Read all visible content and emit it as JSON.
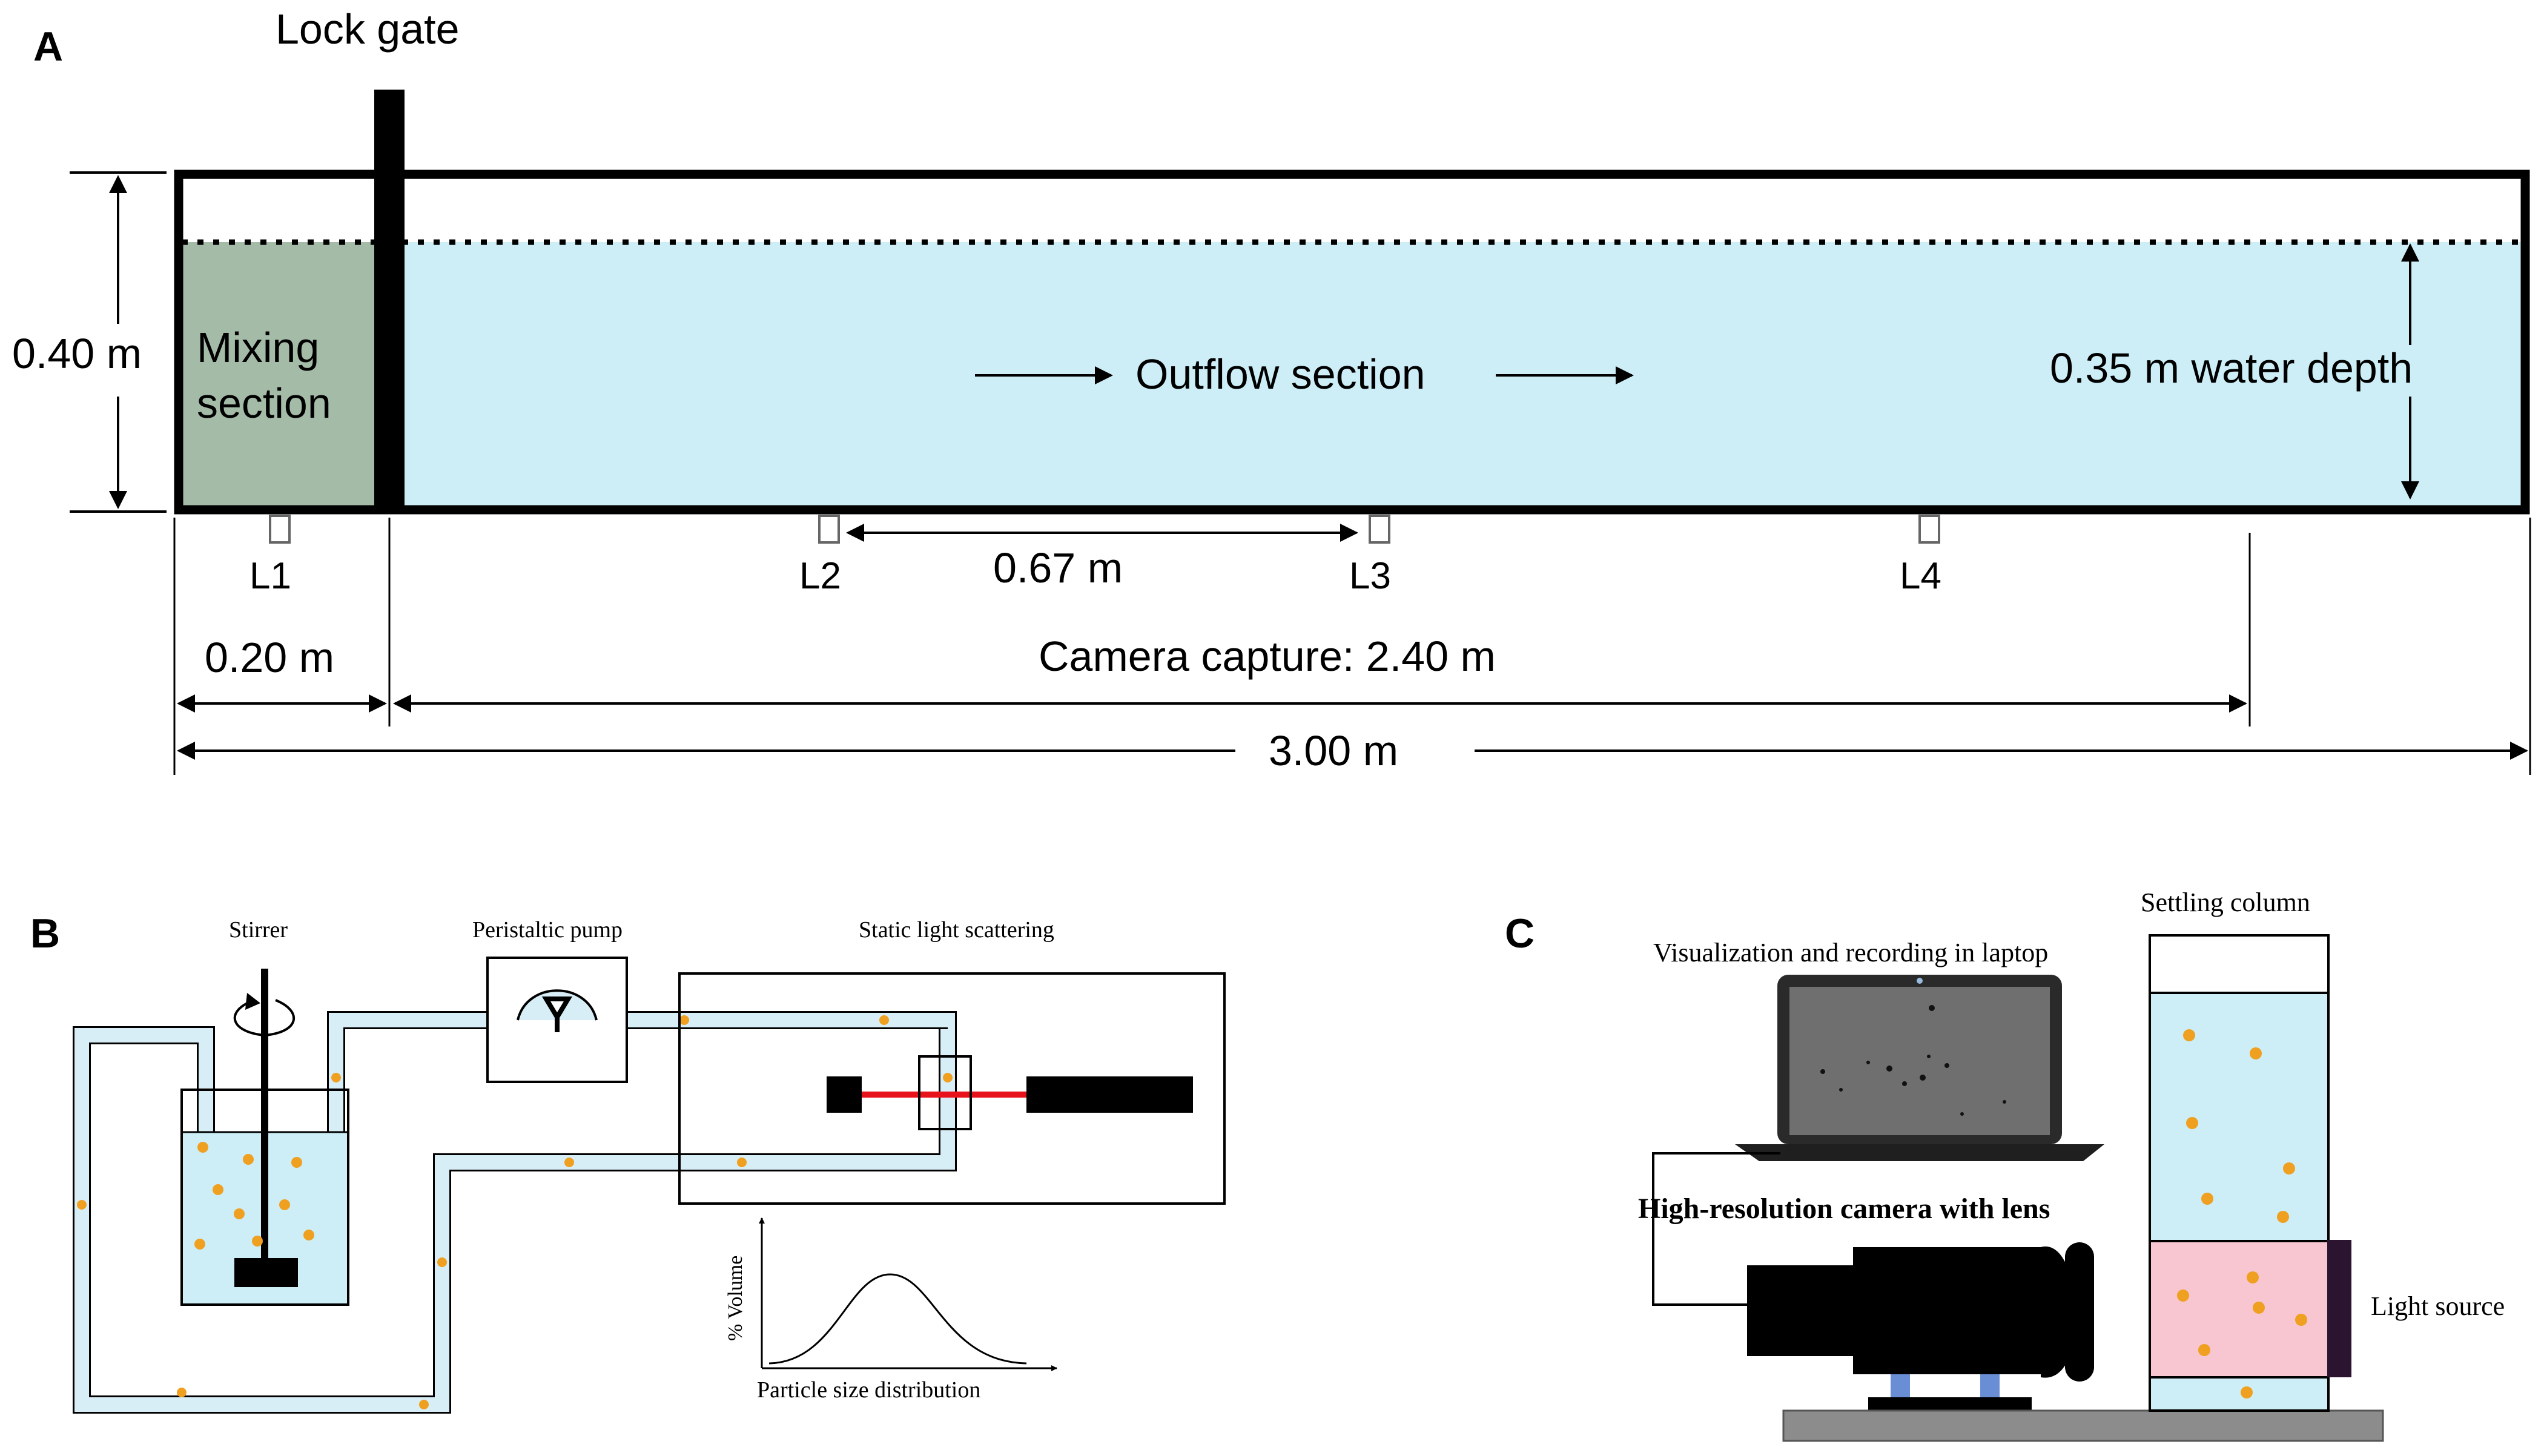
{
  "panel_a": {
    "panel_label": "A",
    "lock_gate_label": "Lock gate",
    "height_label": "0.40 m",
    "mixing_label_line1": "Mixing",
    "mixing_label_line2": "section",
    "outflow_label": "Outflow section",
    "water_depth_label": "0.35 m water depth",
    "sensors": [
      "L1",
      "L2",
      "L3",
      "L4"
    ],
    "l2_l3_distance": "0.67 m",
    "mixing_length": "0.20 m",
    "camera_capture": "Camera capture: 2.40 m",
    "total_length": "3.00 m"
  },
  "panel_b": {
    "panel_label": "B",
    "stirrer_label": "Stirrer",
    "pump_label": "Peristaltic pump",
    "scattering_label": "Static light scattering",
    "psd_ylabel": "% Volume",
    "psd_xlabel": "Particle size distribution"
  },
  "panel_c": {
    "panel_label": "C",
    "column_label": "Settling column",
    "laptop_label": "Visualization and recording in laptop",
    "camera_label": "High-resolution camera with lens",
    "light_label": "Light source"
  },
  "colors": {
    "water": "#cdeef7",
    "mixing": "#a4bba8",
    "tube": "#d8eef6",
    "laser": "#e8121a",
    "light": "#f7c6d0",
    "light_panel": "#2b1430",
    "particle": "#f0a020",
    "camera_support": "#6a8ed6",
    "base": "#8c8c8c"
  }
}
